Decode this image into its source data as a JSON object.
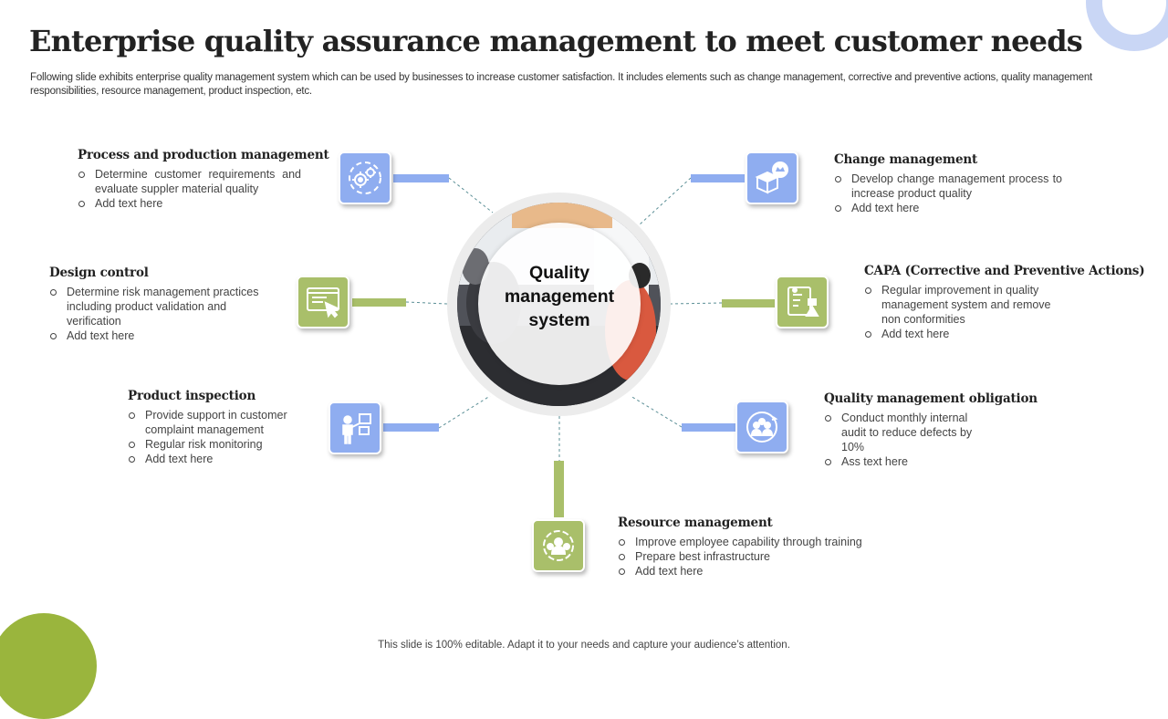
{
  "title": "Enterprise quality assurance management to meet customer needs",
  "subtitle": "Following slide exhibits enterprise quality management system which can be used by businesses to increase customer satisfaction. It includes elements such as change management, corrective and preventive actions, quality management responsibilities, resource management, product inspection, etc.",
  "hub": {
    "label": "Quality management system"
  },
  "colors": {
    "blue": "#8fadf0",
    "green": "#a9bf6a",
    "dashed": "#5b8f96"
  },
  "sections": [
    {
      "id": "process",
      "heading": "Process and production  management",
      "icon": "gears-icon",
      "items": [
        "Determine customer requirements and evaluate suppler material quality",
        "Add text here"
      ]
    },
    {
      "id": "design",
      "heading": "Design control",
      "icon": "web-click-icon",
      "items": [
        "Determine risk management practices including product validation and verification",
        "Add text here"
      ]
    },
    {
      "id": "inspection",
      "heading": "Product  inspection",
      "icon": "inspector-box-icon",
      "items": [
        "Provide  support in customer complaint management",
        "Regular  risk monitoring",
        "Add text here"
      ]
    },
    {
      "id": "resource",
      "heading": "Resource management",
      "icon": "team-gear-icon",
      "items": [
        "Improve  employee capability through training",
        "Prepare  best infrastructure",
        "Add text here"
      ]
    },
    {
      "id": "change",
      "heading": "Change management",
      "icon": "box-crown-icon",
      "items": [
        "Develop  change management process to increase product quality",
        "Add text here"
      ]
    },
    {
      "id": "capa",
      "heading": "CAPA (Corrective and Preventive Actions)",
      "icon": "document-shapes-icon",
      "items": [
        "Regular improvement  in quality management  system and remove non conformities",
        "Add text here"
      ]
    },
    {
      "id": "obligation",
      "heading": "Quality management  obligation",
      "icon": "people-cycle-icon",
      "items": [
        "Conduct monthly internal audit to reduce defects by 10%",
        "Ass text here"
      ]
    }
  ],
  "footer": "This slide is 100% editable. Adapt it to your needs and capture your audience’s attention."
}
